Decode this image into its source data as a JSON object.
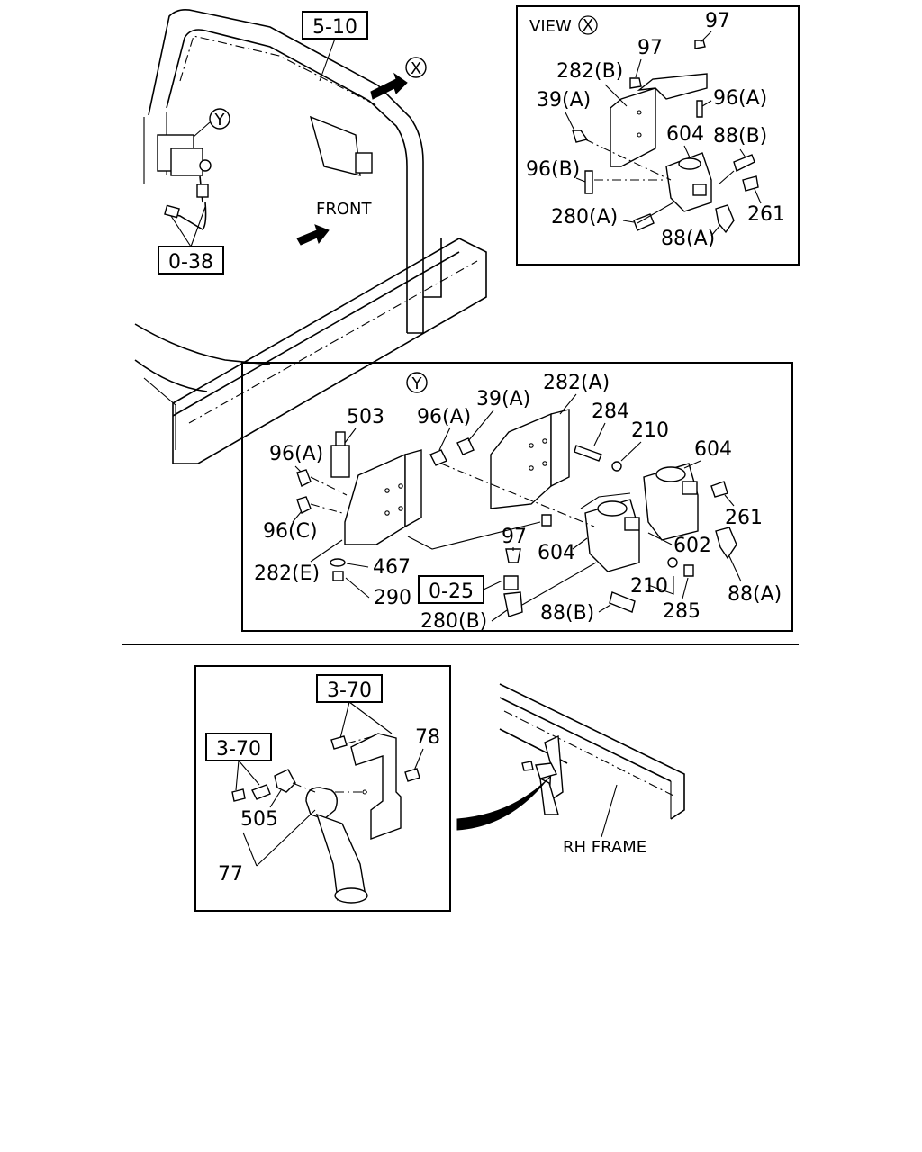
{
  "main_view": {
    "ref_5_10": "5-10",
    "ref_0_38": "0-38",
    "view_x_marker": "X",
    "detail_y_marker": "Y",
    "front_label": "FRONT"
  },
  "view_x": {
    "header_prefix": "VIEW",
    "header_marker": "X",
    "labels": {
      "nut_97_top": "97",
      "nut_97": "97",
      "bracket_282b": "282(B)",
      "bolt_39a": "39(A)",
      "bolt_96a": "96(A)",
      "bolt_96b": "96(B)",
      "valve_604": "604",
      "fitting_88b": "88(B)",
      "fitting_261": "261",
      "fitting_280a": "280(A)",
      "fitting_88a": "88(A)"
    }
  },
  "detail_y": {
    "marker": "Y",
    "labels": {
      "bracket_282a": "282(A)",
      "bolt_39a": "39(A)",
      "bolt_96a_top": "96(A)",
      "part_503": "503",
      "bolt_284": "284",
      "washer_210_top": "210",
      "valve_604_top": "604",
      "bolt_96a_left": "96(A)",
      "bolt_96c": "96(C)",
      "fitting_261": "261",
      "nut_97": "97",
      "valve_604_mid": "604",
      "ring_602": "602",
      "bracket_282e": "282(E)",
      "washer_467": "467",
      "ref_0_25": "0-25",
      "washer_210_bottom": "210",
      "fitting_88a": "88(A)",
      "nut_290": "290",
      "fitting_88b": "88(B)",
      "nut_285": "285",
      "fitting_280b": "280(B)"
    }
  },
  "horn_detail": {
    "ref_3_70_top": "3-70",
    "ref_3_70_left": "3-70",
    "bolt_78": "78",
    "part_505": "505",
    "horn_77": "77",
    "frame_label": "RH FRAME"
  }
}
